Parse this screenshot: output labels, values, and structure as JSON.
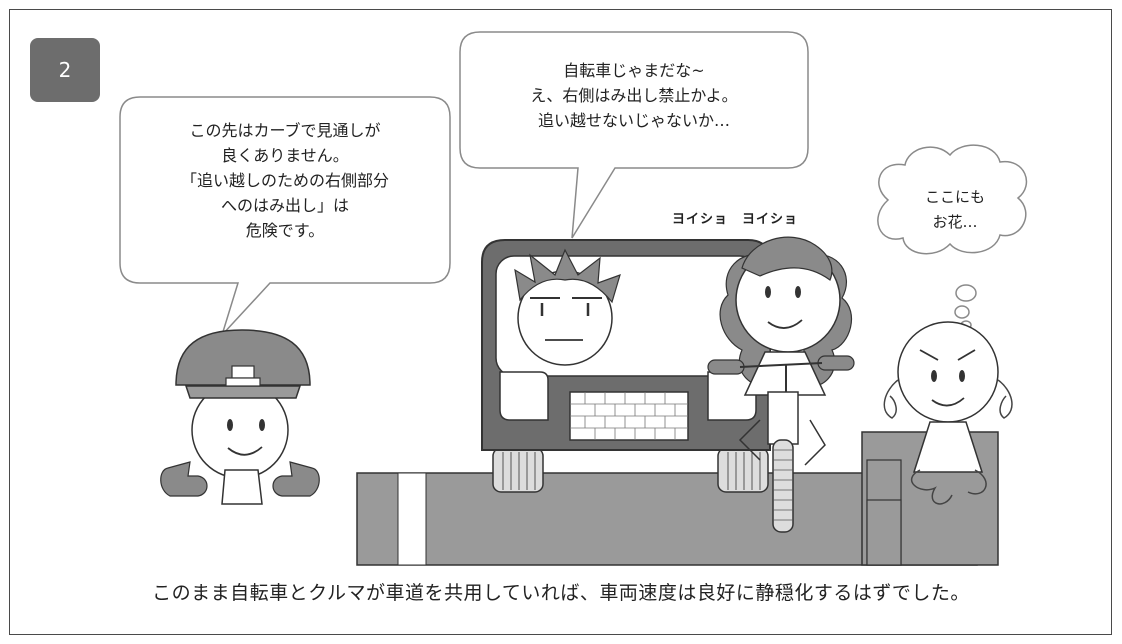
{
  "panel": {
    "number": "2"
  },
  "bubbles": {
    "officer": "この先はカーブで見通しが\n良くありません。\n「追い越しのための右側部分\nへのはみ出し」は\n危険です。",
    "driver": "自転車じゃまだな~\nえ、右側はみ出し禁止かよ。\n追い越せないじゃないか…",
    "girl_thought": "ここにも\nお花…"
  },
  "sound_effect": "ヨイショ　ヨイショ",
  "caption": "このまま自転車とクルマが車道を共用していれば、車両速度は良好に静穏化するはずでした。",
  "colors": {
    "dark_gray": "#6d6d6d",
    "mid_gray": "#9a9a9a",
    "light_gray": "#c8c8c8",
    "line": "#333333"
  }
}
